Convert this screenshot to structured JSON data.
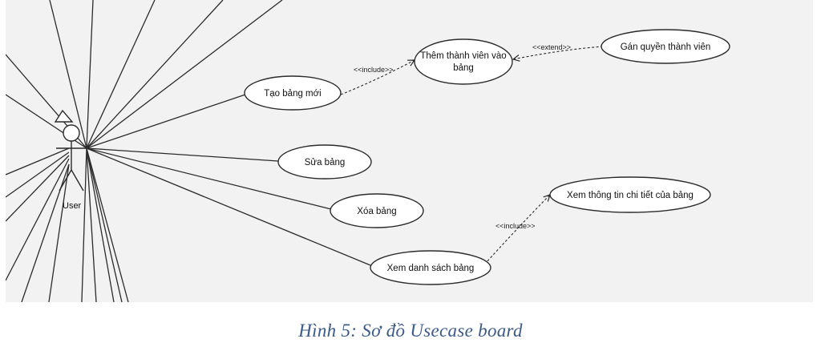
{
  "diagram": {
    "actor": {
      "name": "User"
    },
    "use_cases": [
      {
        "id": "tao",
        "label": "Tạo bảng mới"
      },
      {
        "id": "them",
        "label_lines": [
          "Thêm thành viên vào",
          "bảng"
        ]
      },
      {
        "id": "gan",
        "label": "Gán quyền thành viên"
      },
      {
        "id": "sua",
        "label": "Sửa bảng"
      },
      {
        "id": "xoa",
        "label": "Xóa bảng"
      },
      {
        "id": "xemds",
        "label": "Xem danh sách bảng"
      },
      {
        "id": "xemtt",
        "label": "Xem thông tin chi tiết của bảng"
      }
    ],
    "relations": [
      {
        "from": "tao",
        "to": "them",
        "stereotype": "<<include>>"
      },
      {
        "from": "gan",
        "to": "them",
        "stereotype": "<<extend>>"
      },
      {
        "from": "xemds",
        "to": "xemtt",
        "stereotype": "<<include>>"
      }
    ],
    "colors": {
      "background": "#f2f2f2",
      "lines": "#2b2b2b",
      "ellipse_fill": "#ffffff",
      "caption": "#3a5a8a"
    }
  },
  "caption": "Hình  5: Sơ đồ Usecase board"
}
